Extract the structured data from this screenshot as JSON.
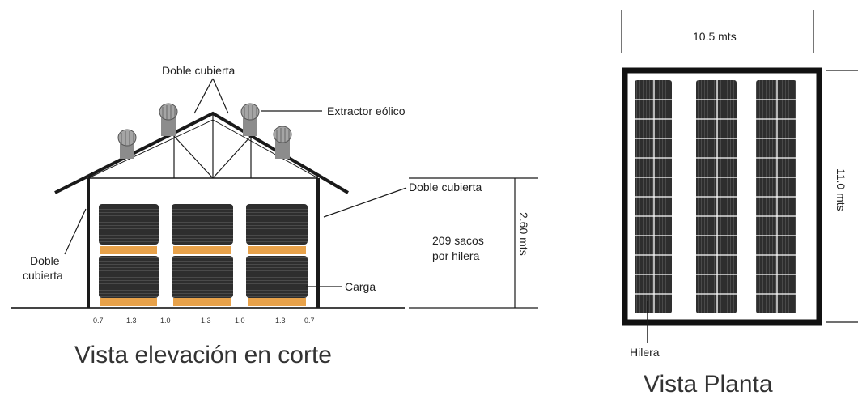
{
  "colors": {
    "line": "#1a1a1a",
    "sack_dark": "#2b2b2b",
    "sack_mid": "#555555",
    "pallet": "#e8a24a",
    "extractor": "#9a9a9a",
    "floor": "#444444"
  },
  "elevation": {
    "title": "Vista elevación en corte",
    "label_doble_cubierta_top": "Doble cubierta",
    "label_extractor": "Extractor eólico",
    "label_doble_cubierta_right": "Doble cubierta",
    "label_doble_cubierta_left_1": "Doble",
    "label_doble_cubierta_left_2": "cubierta",
    "label_height": "2.60 mts",
    "label_sacos_1": "209 sacos",
    "label_sacos_2": "por hilera",
    "label_carga": "Carga",
    "spacings": [
      "0.7",
      "1.3",
      "1.0",
      "1.3",
      "1.0",
      "1.3",
      "0.7"
    ]
  },
  "plan": {
    "title": "Vista Planta",
    "label_width": "10.5 mts",
    "label_length": "11.0 mts",
    "label_hilera": "Hilera"
  }
}
